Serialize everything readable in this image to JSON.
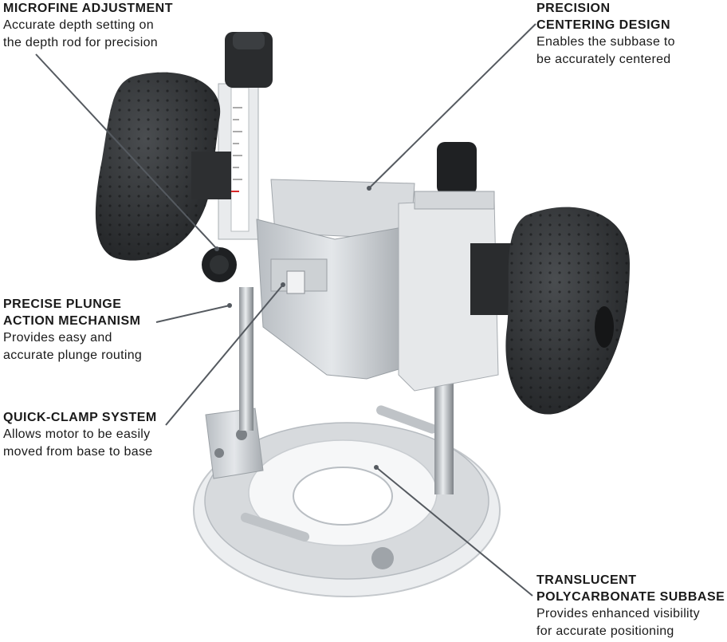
{
  "callouts": {
    "microfine": {
      "title": "MICROFINE ADJUSTMENT",
      "desc_line1": "Accurate depth setting on",
      "desc_line2": "the depth rod for precision"
    },
    "centering": {
      "title_line1": "PRECISION",
      "title_line2": "CENTERING DESIGN",
      "desc_line1": "Enables the subbase to",
      "desc_line2": "be accurately centered"
    },
    "plunge": {
      "title_line1": "PRECISE PLUNGE",
      "title_line2": "ACTION MECHANISM",
      "desc_line1": "Provides easy and",
      "desc_line2": "accurate plunge routing"
    },
    "clamp": {
      "title": "QUICK-CLAMP SYSTEM",
      "desc_line1": "Allows motor to be easily",
      "desc_line2": "moved from base to base"
    },
    "subbase": {
      "title_line1": "TRANSLUCENT",
      "title_line2": "POLYCARBONATE SUBBASE",
      "desc_line1": "Provides enhanced visibility",
      "desc_line2": "for accurate positioning"
    }
  },
  "colors": {
    "text": "#1a1a1a",
    "leader": "#555a60",
    "handle": "#2b2d2f",
    "aluminum": "#cfd3d6",
    "aluminum_dark": "#a9aeb3",
    "white_part": "#f2f3f4"
  }
}
